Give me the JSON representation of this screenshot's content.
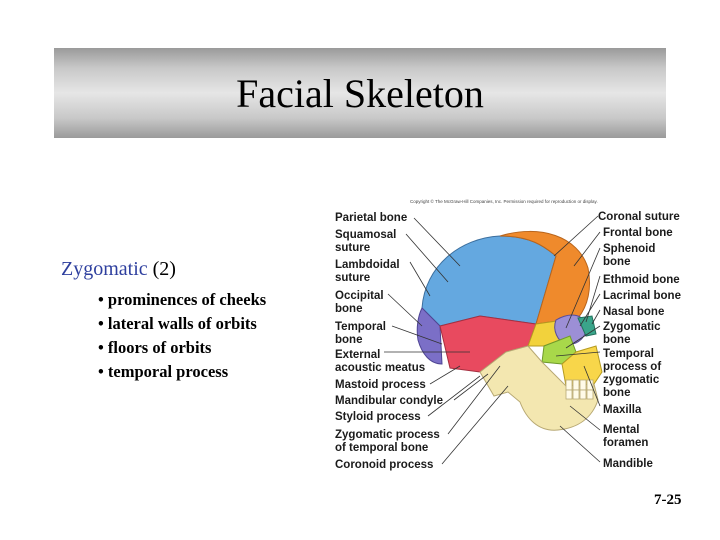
{
  "slide": {
    "title": "Facial Skeleton",
    "subhead": {
      "term": "Zygomatic",
      "count": "(2)"
    },
    "bullets": [
      "prominences of cheeks",
      "lateral walls of orbits",
      "floors of orbits",
      "temporal process"
    ],
    "page_number": "7-25"
  },
  "figure": {
    "copyright": "Copyright © The McGraw-Hill Companies, Inc. Permission required for reproduction or display.",
    "left_labels": [
      "Parietal bone",
      "Squamosal\nsuture",
      "Lambdoidal\nsuture",
      "Occipital\nbone",
      "Temporal\nbone",
      "External\nacoustic meatus",
      "Mastoid process",
      "Mandibular condyle",
      "Styloid process",
      "Zygomatic process\nof temporal bone",
      "Coronoid process"
    ],
    "right_labels": [
      "Coronal suture",
      "Frontal bone",
      "Sphenoid\nbone",
      "Ethmoid bone",
      "Lacrimal bone",
      "Nasal bone",
      "Zygomatic\nbone",
      "Temporal\nprocess of\nzygomatic\nbone",
      "Maxilla",
      "Mental\nforamen",
      "Mandible"
    ]
  },
  "colors": {
    "title_bar": "#c8c8c8",
    "accent_term": "#2e3f9e",
    "parietal": "#64a8e0",
    "frontal": "#ef8a2c",
    "occipital": "#7b6fc7",
    "temporal": "#e84a5f",
    "sphenoid": "#f2d23c",
    "zygomatic": "#a8d84a",
    "mandible": "#f3e7b0"
  }
}
